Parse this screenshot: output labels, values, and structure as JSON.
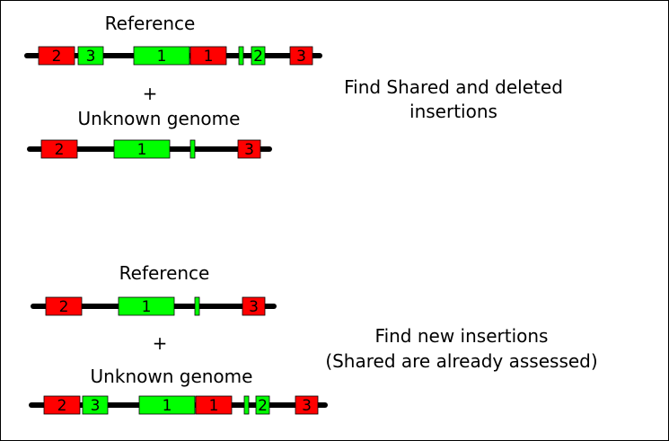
{
  "colors": {
    "insertion_a": "#ff0000",
    "insertion_b": "#00ff00",
    "line": "#000000"
  },
  "panel1": {
    "reference_label": "Reference",
    "plus": "+",
    "unknown_label": "Unknown genome",
    "caption_line1": "Find Shared and deleted",
    "caption_line2": "insertions",
    "reference_blocks": [
      {
        "label": "2",
        "color": "red"
      },
      {
        "label": "3",
        "color": "green"
      },
      {
        "label": "1",
        "color": "green"
      },
      {
        "label": "1",
        "color": "red"
      },
      {
        "label": "",
        "color": "green"
      },
      {
        "label": "2",
        "color": "green"
      },
      {
        "label": "3",
        "color": "red"
      }
    ],
    "unknown_blocks": [
      {
        "label": "2",
        "color": "red"
      },
      {
        "label": "1",
        "color": "green"
      },
      {
        "label": "",
        "color": "green"
      },
      {
        "label": "3",
        "color": "red"
      }
    ]
  },
  "panel2": {
    "reference_label": "Reference",
    "plus": "+",
    "unknown_label": "Unknown genome",
    "caption_line1": "Find new insertions",
    "caption_line2": "(Shared are already assessed)",
    "reference_blocks": [
      {
        "label": "2",
        "color": "red"
      },
      {
        "label": "1",
        "color": "green"
      },
      {
        "label": "",
        "color": "green"
      },
      {
        "label": "3",
        "color": "red"
      }
    ],
    "unknown_blocks": [
      {
        "label": "2",
        "color": "red"
      },
      {
        "label": "3",
        "color": "green"
      },
      {
        "label": "1",
        "color": "green"
      },
      {
        "label": "1",
        "color": "red"
      },
      {
        "label": "",
        "color": "green"
      },
      {
        "label": "2",
        "color": "green"
      },
      {
        "label": "3",
        "color": "red"
      }
    ]
  }
}
